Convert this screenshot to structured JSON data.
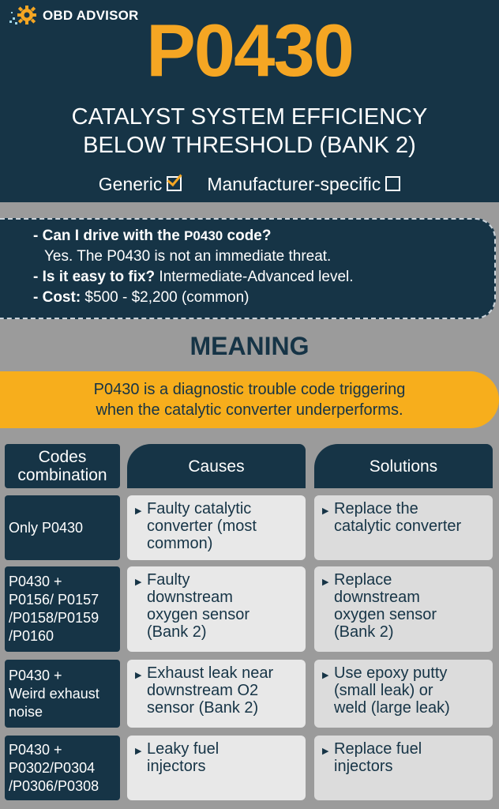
{
  "brand": {
    "name": "OBD ADVISOR",
    "accent": "#f5a623",
    "navy": "#163446"
  },
  "code": "P0430",
  "subtitle_lines": [
    "CATALYST SYSTEM EFFICIENCY",
    "BELOW THRESHOLD (BANK 2)"
  ],
  "types": {
    "generic_label": "Generic",
    "generic_checked": true,
    "manufacturer_label": "Manufacturer-specific",
    "manufacturer_checked": false
  },
  "faq": {
    "q1_prefix": "- Can I drive with the ",
    "q1_code": "P0430",
    "q1_suffix": " code?",
    "a1": "Yes. The P0430 is not an immediate threat.",
    "q2": "- Is it easy to fix?",
    "a2": " Intermediate-Advanced level.",
    "q3": "- Cost:",
    "a3": " $500 - $2,200 (common)"
  },
  "meaning": {
    "title": "MEANING",
    "line1": "P0430 is a diagnostic trouble code triggering",
    "line2": "when the catalytic converter underperforms."
  },
  "table": {
    "headers": {
      "codes_line1": "Codes",
      "codes_line2": "combination",
      "causes": "Causes",
      "solutions": "Solutions"
    },
    "rows": [
      {
        "codes": [
          "Only P0430"
        ],
        "cause": [
          "Faulty catalytic",
          "converter (most",
          "common)"
        ],
        "solution": [
          "Replace the",
          "catalytic converter"
        ]
      },
      {
        "codes": [
          "P0430 +",
          "P0156/ P0157",
          "/P0158/P0159",
          "/P0160"
        ],
        "cause": [
          "Faulty",
          "downstream",
          "oxygen sensor",
          "(Bank 2)"
        ],
        "solution": [
          "Replace",
          "downstream",
          "oxygen sensor",
          "(Bank 2)"
        ]
      },
      {
        "codes": [
          "P0430 +",
          "Weird exhaust",
          "noise"
        ],
        "cause": [
          "Exhaust leak near",
          "downstream O2",
          "sensor (Bank 2)"
        ],
        "solution": [
          "Use epoxy putty",
          "(small leak) or",
          "weld (large leak)"
        ]
      },
      {
        "codes": [
          "P0430 +",
          "P0302/P0304",
          "/P0306/P0308"
        ],
        "cause": [
          "Leaky fuel",
          "injectors"
        ],
        "solution": [
          "Replace fuel",
          "injectors"
        ]
      }
    ]
  }
}
